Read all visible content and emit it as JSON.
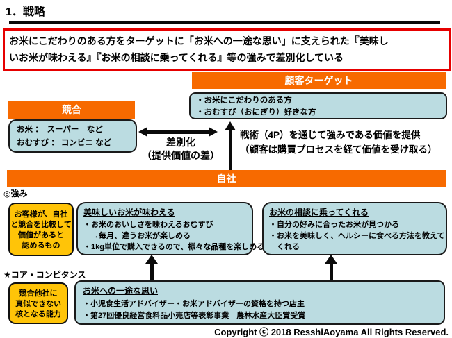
{
  "page": {
    "title": "1．戦略",
    "copyright": "Copyright ⓒ 2018 ResshiAoyama All Rights Reserved."
  },
  "summary": {
    "line1": "お米にこだわりのある方をターゲットに「お米への一途な思い」に支えられた『美味し",
    "line2": "いお米が味わえる』『お米の相談に乗ってくれる』等の強みで差別化している"
  },
  "customer_target": {
    "header": "顧客ターゲット",
    "lines": [
      "・お米にこだわりのある方",
      "・おむすび（おにぎり）好きな方"
    ]
  },
  "competitor": {
    "header": "競合",
    "lines": [
      "お米 ：　スーパー　など",
      "おむすび ： コンビニ など"
    ]
  },
  "differentiation": {
    "line1": "差別化",
    "line2": "（提供価値の差）"
  },
  "tactics": {
    "line1": "戦術（4P）を通じて強みである価値を提供",
    "line2": "（顧客は購買プロセスを経て価値を受け取る）"
  },
  "own_company": {
    "header": "自社",
    "strengths_label": "◎強み",
    "strengths_note": [
      "お客様が、自社",
      "と競合を比較して",
      "価値があると",
      "認めるもの"
    ],
    "strength1": {
      "title": "美味しいお米が味わえる",
      "lines": [
        "・お米のおいしさを味わえるおむすび",
        "　→毎月、違うお米が楽しめる",
        "・1kg単位で購入できるので、様々な品種を楽しめる"
      ]
    },
    "strength2": {
      "title": "お米の相談に乗ってくれる",
      "lines": [
        "・自分の好みに合ったお米が見つかる",
        "・お米を美味しく、ヘルシーに食べる方法を教えて",
        "　くれる"
      ]
    },
    "core_label": "★コア・コンピタンス",
    "core_note": [
      "競合他社に",
      "真似できない",
      "核となる能力"
    ],
    "core": {
      "title": "お米への一途な思い",
      "lines": [
        "・小児食生活アドバイザー・お米アドバイザーの資格を持つ店主",
        "・第27回優良経営食料品小売店等表彰事業　農林水産大臣賞受賞"
      ]
    }
  },
  "colors": {
    "accent_orange": "#f76a00",
    "box_light_blue": "#bbdce1",
    "note_yellow": "#ffc408",
    "summary_border_red": "#e60000",
    "arrow_black": "#0a0a0a"
  }
}
